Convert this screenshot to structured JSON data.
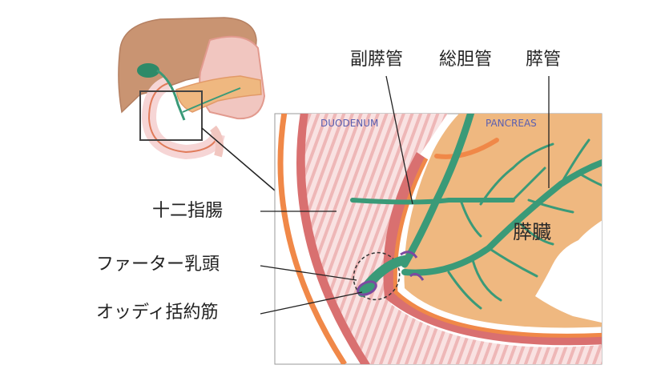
{
  "labels": {
    "accessory_duct": "副膵管",
    "common_bile_duct": "総胆管",
    "pancreatic_duct": "膵管",
    "duodenum": "十二指腸",
    "papilla": "ファーター乳頭",
    "sphincter": "オッディ括約筋",
    "pancreas": "膵臓",
    "duodenum_en": "DUODENUM",
    "pancreas_en": "PANCREAS"
  },
  "colors": {
    "duct_green": "#3a9a78",
    "pancreas_fill": "#efb880",
    "duodenum_wall": "#d97070",
    "mucosa_pink": "#f6d5d5",
    "outer_orange": "#f08848",
    "liver": "#c99472",
    "sphincter_purple": "#7a4aa0"
  }
}
